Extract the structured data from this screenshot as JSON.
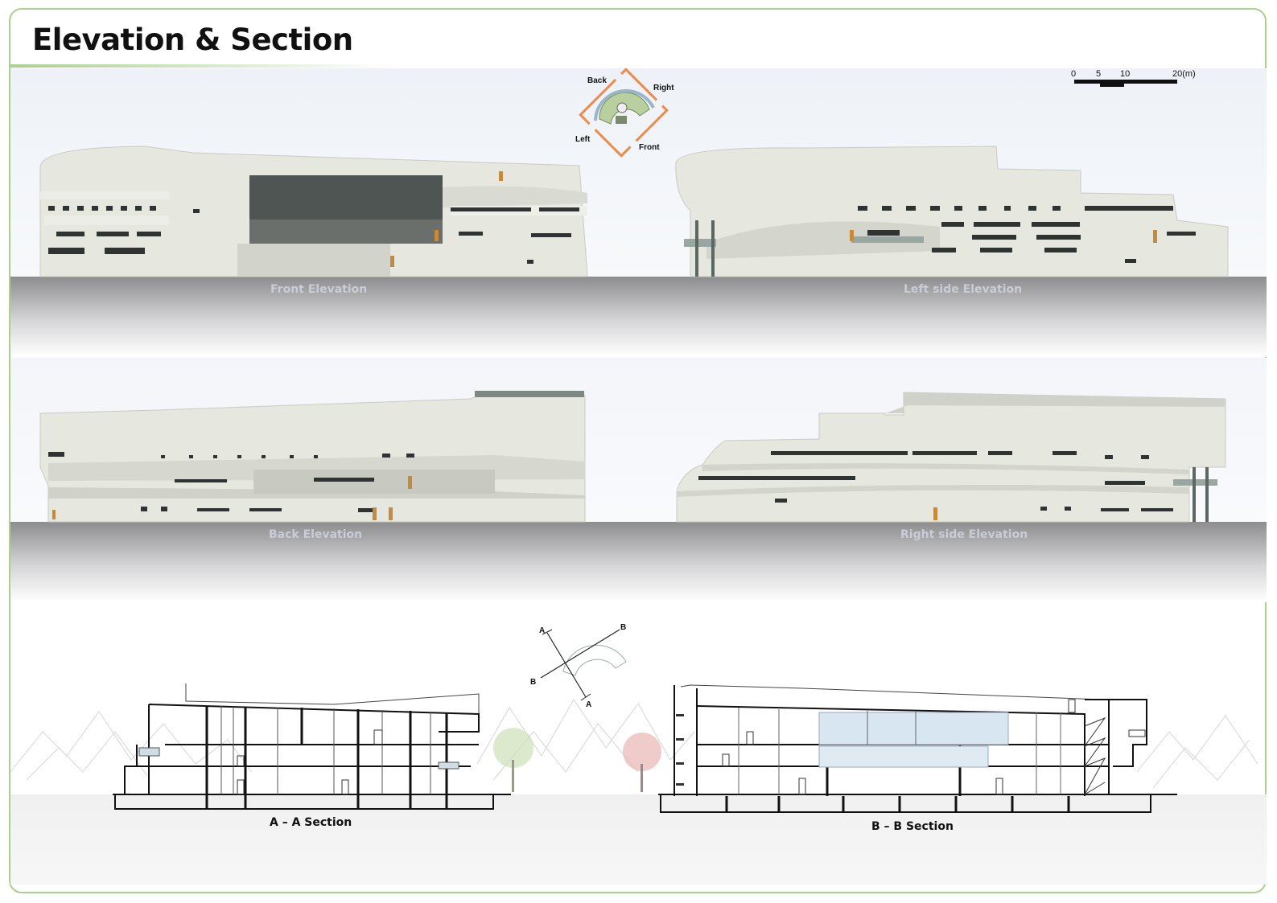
{
  "title": "Elevation & Section",
  "orientation_key": {
    "back": "Back",
    "right": "Right",
    "left": "Left",
    "front": "Front"
  },
  "scale_bar": {
    "ticks": [
      "0",
      "5",
      "10",
      "20(m)"
    ]
  },
  "elevations": {
    "front": "Front Elevation",
    "left": "Left side Elevation",
    "back": "Back Elevation",
    "right": "Right side Elevation"
  },
  "section_key": {
    "a_top": "A",
    "a_bottom": "A",
    "b_top": "B",
    "b_bottom": "B"
  },
  "sections": {
    "aa": "A – A Section",
    "bb": "B – B Section"
  },
  "colors": {
    "frame_border": "#a9d18e",
    "building_face": "#e3e5dc",
    "ground_shade": "#8d8d8f",
    "orientation_frame": "#f08a4b"
  }
}
